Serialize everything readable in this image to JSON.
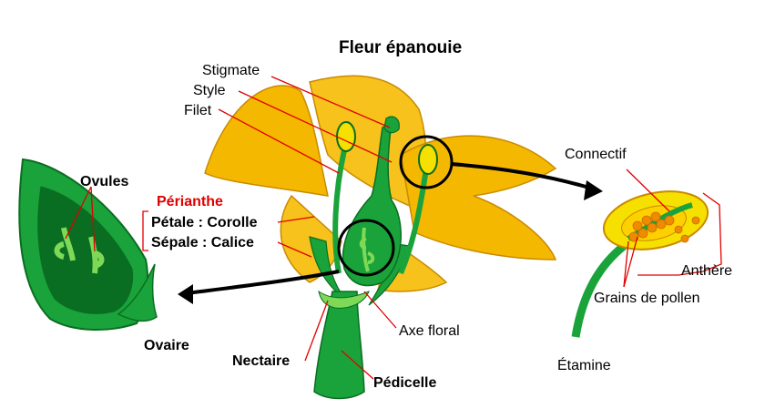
{
  "title": "Fleur épanouie",
  "labels": {
    "stigmate": "Stigmate",
    "style": "Style",
    "filet": "Filet",
    "ovules": "Ovules",
    "perianthe": "Périanthe",
    "petale": "Pétale : Corolle",
    "sepale": "Sépale : Calice",
    "ovaire": "Ovaire",
    "nectaire": "Nectaire",
    "axe_floral": "Axe floral",
    "pedicelle": "Pédicelle",
    "connectif": "Connectif",
    "anthere": "Anthère",
    "grains": "Grains de pollen",
    "etamine": "Étamine"
  },
  "colors": {
    "petal": "#f5b800",
    "petal_dark": "#c98a00",
    "green": "#1aa33a",
    "green_dark": "#0a6e22",
    "green_light": "#7ed957",
    "pollen": "#f08a00",
    "leader": "#e00000",
    "arrow": "#000000",
    "background": "#ffffff"
  }
}
